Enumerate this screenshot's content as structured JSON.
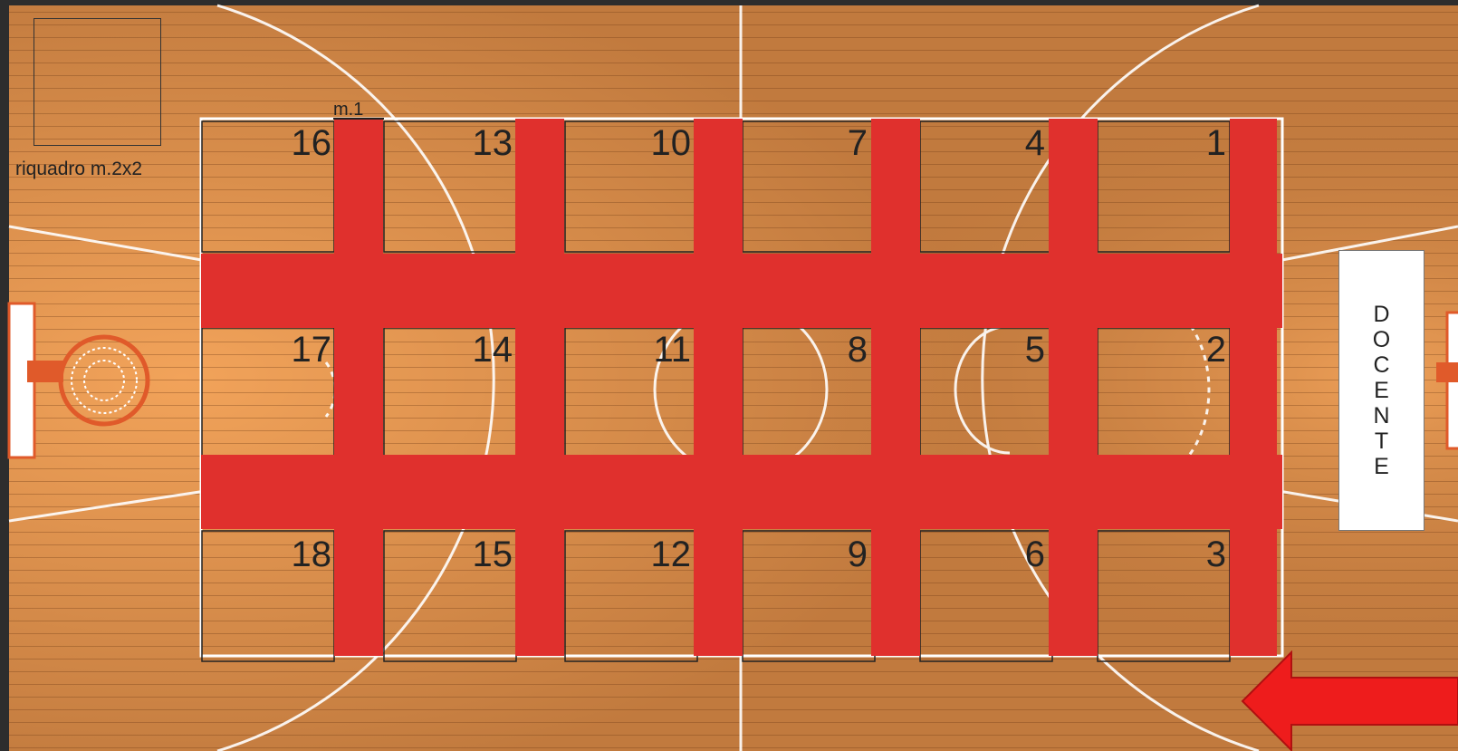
{
  "legend": {
    "box_label": "riquadro m.2x2",
    "scale_label": "m.1"
  },
  "teacher": {
    "label": "DOCENTE",
    "letters": [
      "D",
      "O",
      "C",
      "E",
      "N",
      "T",
      "E"
    ]
  },
  "grid": {
    "rows": 3,
    "cols": 6,
    "numbers": [
      [
        "16",
        "13",
        "10",
        "7",
        "4",
        "1"
      ],
      [
        "17",
        "14",
        "11",
        "8",
        "5",
        "2"
      ],
      [
        "18",
        "15",
        "12",
        "9",
        "6",
        "3"
      ]
    ]
  },
  "colors": {
    "corridor": "#e0302d",
    "arrow": "#ee1c1c",
    "wood_light": "#d4884a",
    "wood_dark": "#a8622e",
    "court_line": "#ffffff",
    "frame_dark": "#2d2d2d"
  },
  "icons": {
    "basket_left": "basketball-hoop-icon",
    "basket_right": "basketball-hoop-icon",
    "arrow": "arrow-left-icon"
  }
}
